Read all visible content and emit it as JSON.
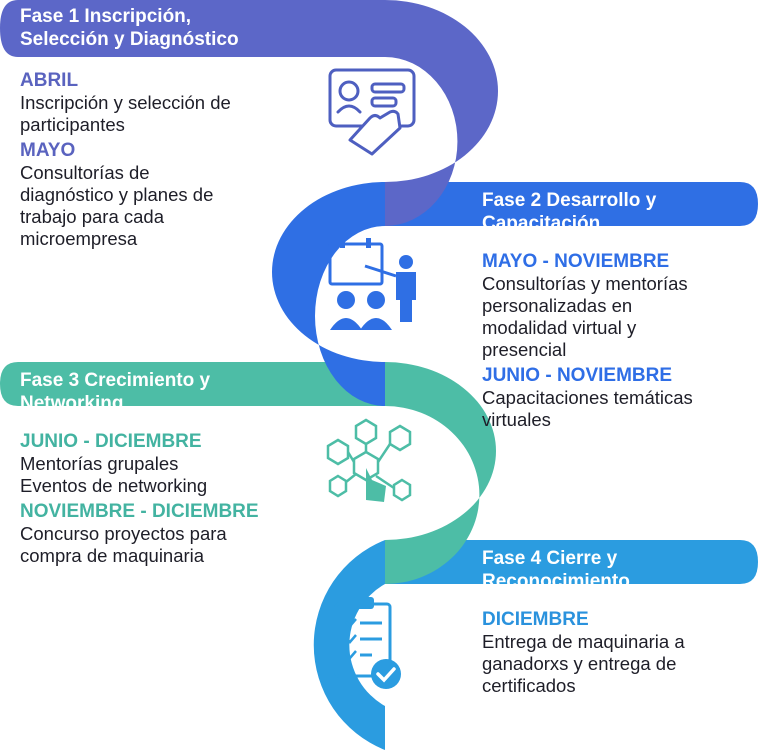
{
  "colors": {
    "phase1": "#5c67c8",
    "phase2": "#2f6fe4",
    "phase3": "#4dbda6",
    "phase4": "#2b9ce0"
  },
  "phases": [
    {
      "title_line1": "Fase 1 Inscripción,",
      "title_line2": "Selección y Diagnóstico",
      "icon": "id-card-touch-icon",
      "entries": [
        {
          "period": "ABRIL",
          "lines": [
            "Inscripción y selección de",
            "participantes"
          ]
        },
        {
          "period": "MAYO",
          "lines": [
            "Consultorías de",
            "diagnóstico y planes de",
            "trabajo para cada",
            "microempresa"
          ]
        }
      ]
    },
    {
      "title_line1": "Fase 2 Desarrollo y",
      "title_line2": "Capacitación",
      "icon": "presentation-training-icon",
      "entries": [
        {
          "period": "MAYO - NOVIEMBRE",
          "lines": [
            "Consultorías y mentorías",
            "personalizadas en",
            "modalidad virtual y",
            "presencial"
          ]
        },
        {
          "period": "JUNIO - NOVIEMBRE",
          "lines": [
            "Capacitaciones temáticas",
            "virtuales"
          ]
        }
      ]
    },
    {
      "title_line1": "Fase 3 Crecimiento y",
      "title_line2": "Networking",
      "icon": "network-hexagon-icon",
      "entries": [
        {
          "period": "JUNIO - DICIEMBRE",
          "lines": [
            "Mentorías grupales",
            "Eventos de networking"
          ]
        },
        {
          "period": "NOVIEMBRE - DICIEMBRE",
          "lines": [
            "Concurso proyectos para",
            "compra de maquinaria"
          ]
        }
      ]
    },
    {
      "title_line1": "Fase 4 Cierre y",
      "title_line2": "Reconocimiento",
      "icon": "checklist-clipboard-icon",
      "entries": [
        {
          "period": "DICIEMBRE",
          "lines": [
            "Entrega de maquinaria a",
            "ganadorxs y entrega de",
            "certificados"
          ]
        }
      ]
    }
  ]
}
